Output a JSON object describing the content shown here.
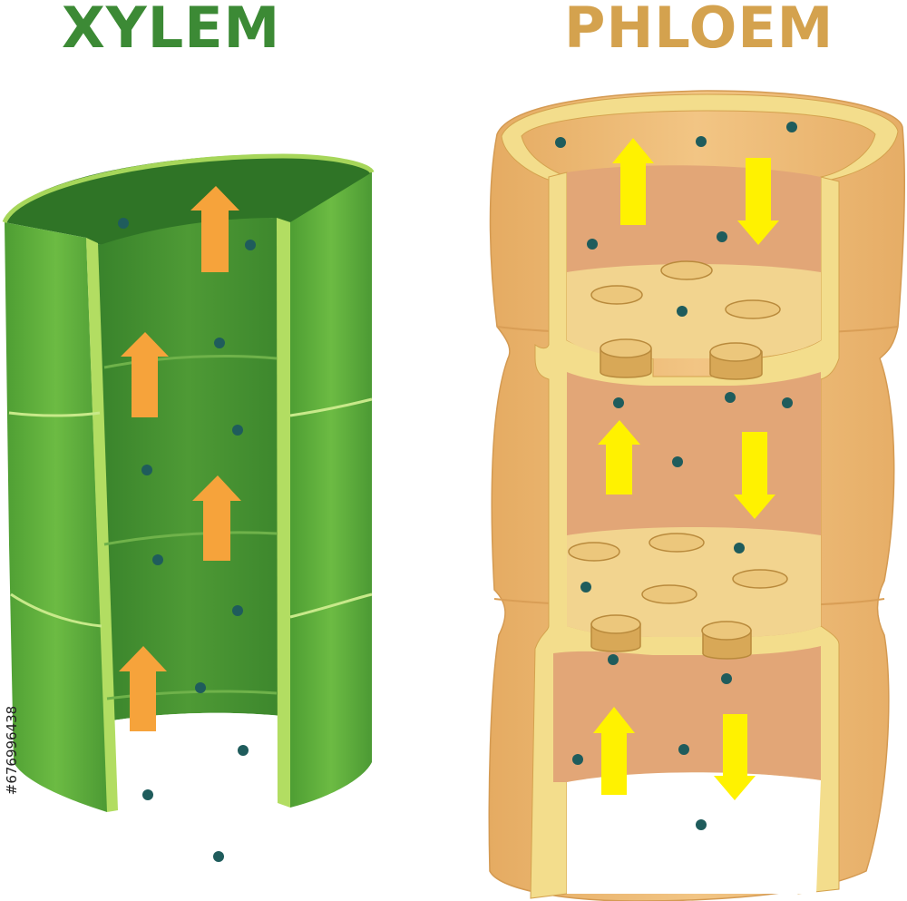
{
  "labels": {
    "xylem": "XYLEM",
    "phloem": "PHLOEM",
    "side_id": "#676996438"
  },
  "colors": {
    "xylem_title": "#3c8a35",
    "phloem_title": "#d4a24e",
    "xylem_outer": "#5aa83a",
    "xylem_inner": "#3f8e2f",
    "xylem_edge": "#a6d65a",
    "xylem_arrow": "#f6a33b",
    "phloem_outer": "#eebb74",
    "phloem_inner": "#e2a677",
    "phloem_wall": "#f3dd8c",
    "phloem_plate": "#f2d48f",
    "phloem_arrow": "#fff200",
    "particle": "#1f5c5c"
  }
}
